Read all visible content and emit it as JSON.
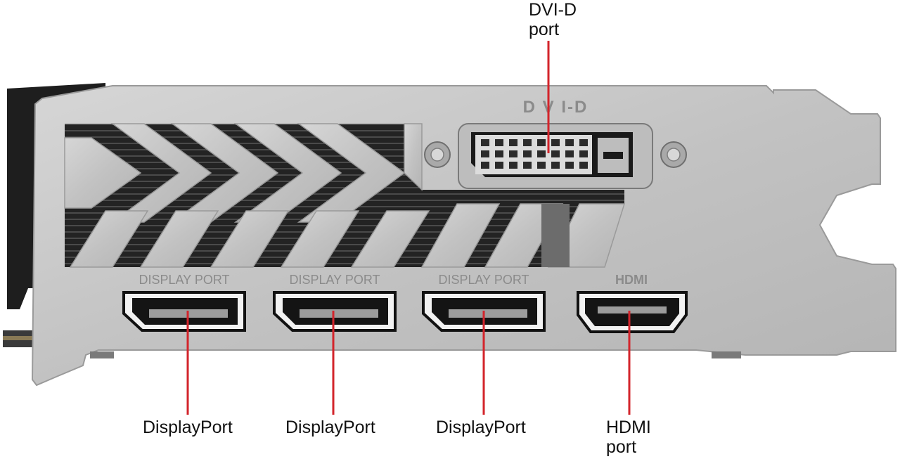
{
  "bracket_labels": {
    "dvi": "D V I-D",
    "dp1": "DISPLAY PORT",
    "dp2": "DISPLAY PORT",
    "dp3": "DISPLAY PORT",
    "hdmi": "HDMI"
  },
  "callouts": {
    "dvi": {
      "line1": "DVI-D",
      "line2": "port"
    },
    "dp1": {
      "text": "DisplayPort"
    },
    "dp2": {
      "text": "DisplayPort"
    },
    "dp3": {
      "text": "DisplayPort"
    },
    "hdmi": {
      "line1": "HDMI",
      "line2": "port"
    }
  },
  "colors": {
    "leader_line": "#d3242b",
    "bracket_metal": "#c4c4c4",
    "heatsink": "#2a2a2a",
    "port_frame": "#111111"
  }
}
